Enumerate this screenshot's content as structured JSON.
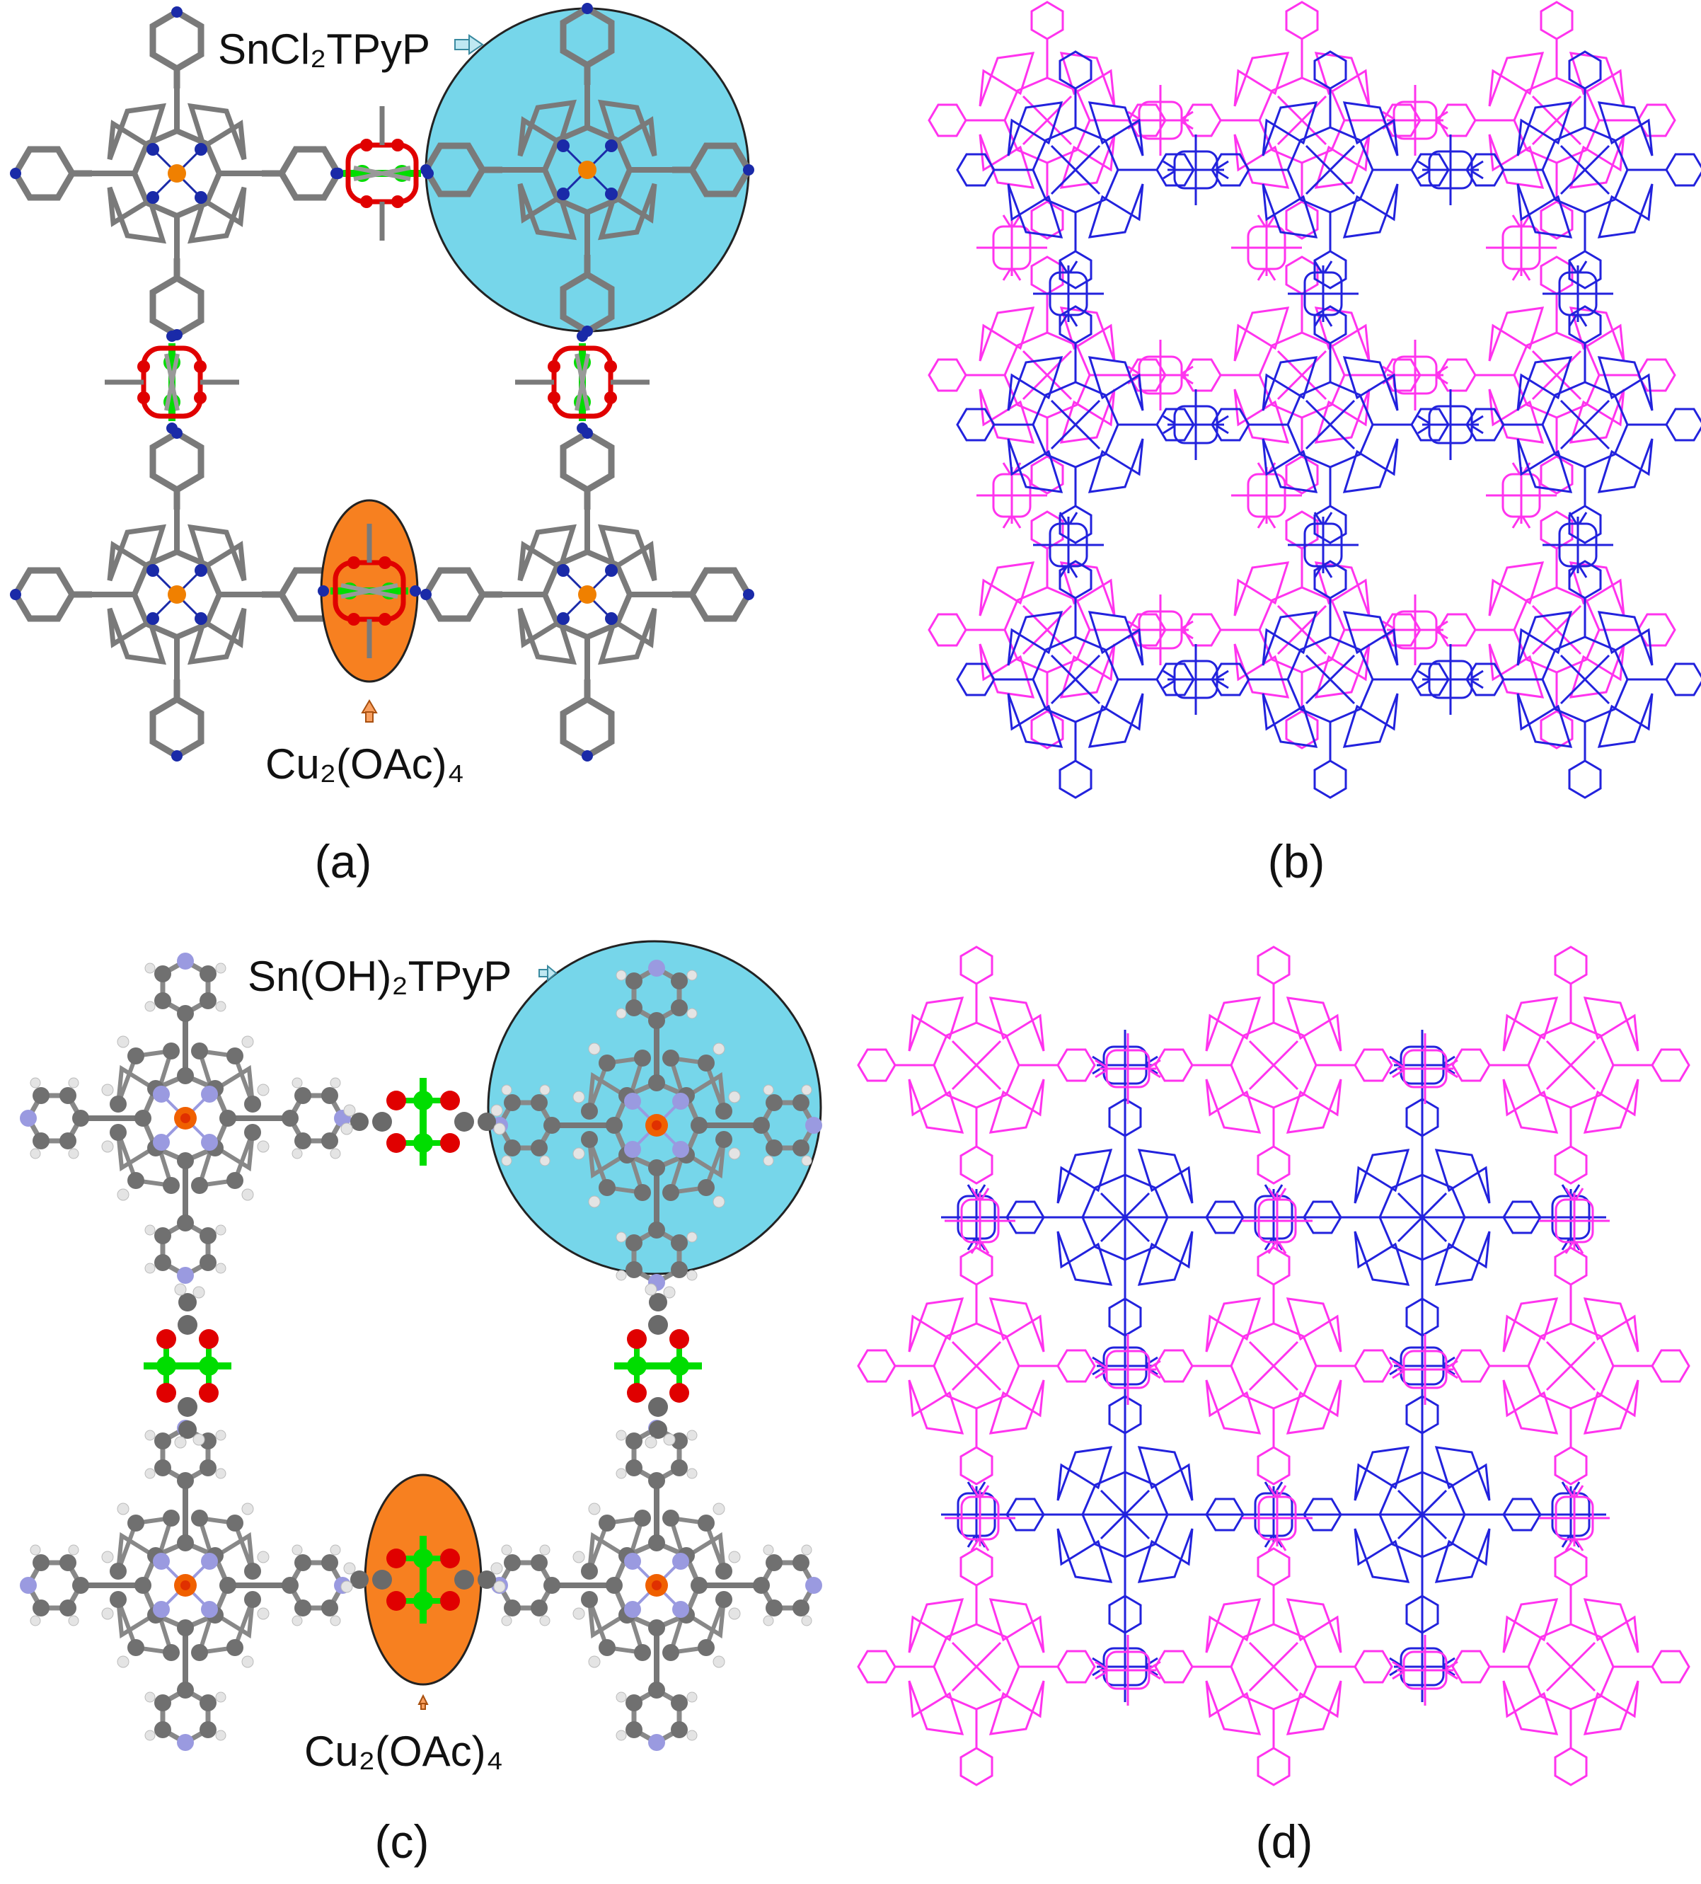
{
  "panels": {
    "a": {
      "label": "(a)",
      "porphyrin": "SnCl₂TPyP",
      "paddlewheel": "Cu₂(OAc)₄"
    },
    "b": {
      "label": "(b)"
    },
    "c": {
      "label": "(c)",
      "porphyrin": "Sn(OH)₂TPyP",
      "paddlewheel": "Cu₂(OAc)₄"
    },
    "d": {
      "label": "(d)"
    }
  },
  "colors": {
    "carbon": "#7a7a7a",
    "nitrogen_a": "#1a2aa8",
    "nitrogen_c": "#9a9ae0",
    "hydrogen": "#e8e8e8",
    "oxygen": "#e00000",
    "copper": "#00dd00",
    "tin": "#f08000",
    "highlight_porphyrin": "#76d6ea",
    "highlight_paddlewheel": "#f78020",
    "net_blue": "#2222dd",
    "net_magenta": "#ff33ee"
  },
  "icons": [
    "arrow-right-icon",
    "arrow-up-icon"
  ]
}
